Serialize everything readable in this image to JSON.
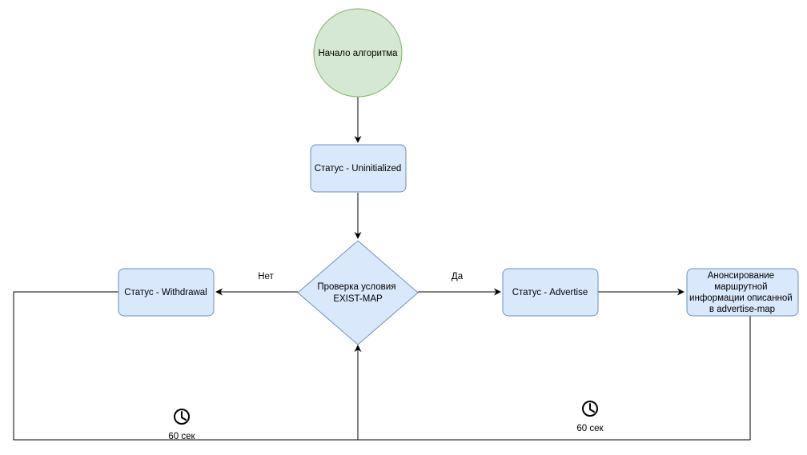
{
  "nodes": {
    "start": {
      "label": "Начало алгоритма"
    },
    "uninitialized": {
      "label": "Статус - Uninitialized"
    },
    "decision": {
      "label_lines": [
        "Проверка условия",
        "EXIST-MAP"
      ]
    },
    "withdrawal": {
      "label": "Статус - Withdrawal"
    },
    "advertise": {
      "label": "Статус - Advertise"
    },
    "announce": {
      "label_lines": [
        "Анонсирование",
        "маршрутной",
        "информации описанной",
        "в advertise-map"
      ]
    }
  },
  "edge_labels": {
    "no": "Нет",
    "yes": "Да"
  },
  "timers": {
    "left": {
      "label": "60 сек",
      "icon": "clock-icon"
    },
    "right": {
      "label": "60 сек",
      "icon": "clock-icon"
    }
  },
  "colors": {
    "start_fill": "#d5e8d4",
    "start_stroke": "#82b366",
    "box_fill": "#dae8fc",
    "box_stroke": "#6c8ebf"
  }
}
